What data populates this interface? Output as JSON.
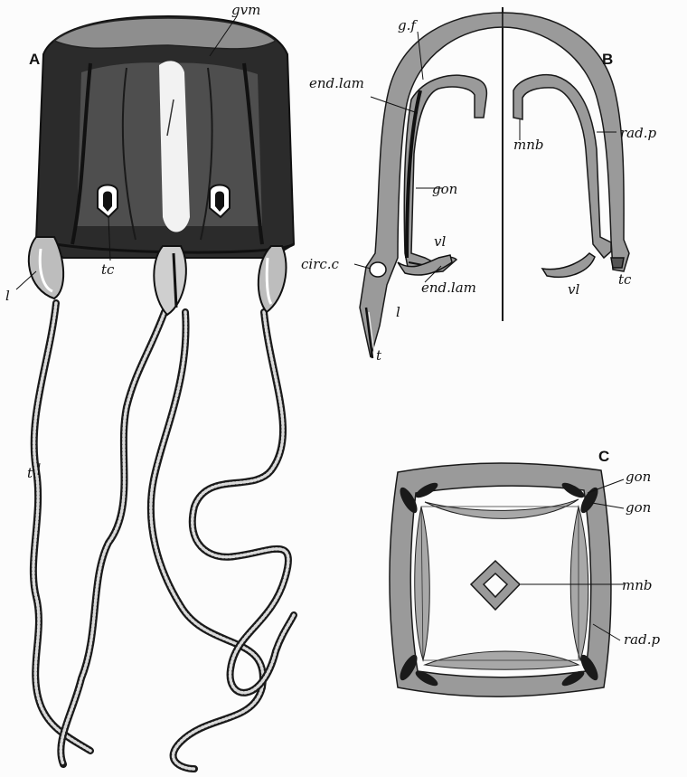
{
  "panels": {
    "a": "A",
    "b": "B",
    "c": "C"
  },
  "labels_a": {
    "gvm": "gvm",
    "l": "l",
    "tc": "tc",
    "t": "t"
  },
  "labels_b": {
    "gf": "g.f",
    "end_lam": "end.lam",
    "gon": "gon",
    "circ_c": "circ.c",
    "vl_left": "vl",
    "end_lam2": "end.lam",
    "l": "l",
    "t": "t",
    "mnb": "mnb",
    "rad_p": "rad.p",
    "vl_right": "vl",
    "tc": "tc"
  },
  "labels_c": {
    "gon1": "gon",
    "gon2": "gon",
    "mnb": "mnb",
    "rad_p": "rad.p"
  }
}
